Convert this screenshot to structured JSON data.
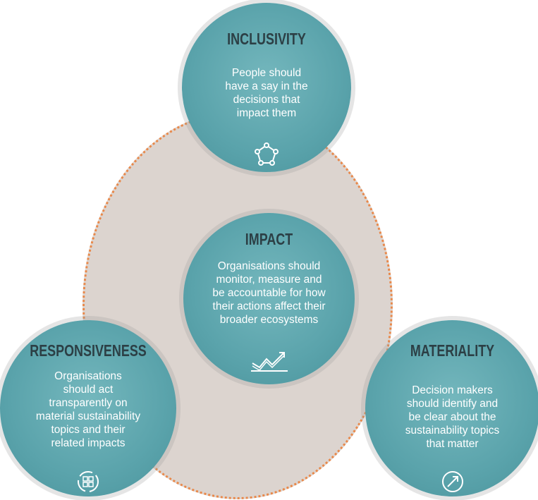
{
  "colors": {
    "circle_fill": "#5aa3ab",
    "title_text": "#2c3f45",
    "body_text": "#ffffff",
    "background_disc": "#dcd4cf",
    "dotted_border": "#e8884a"
  },
  "principles": {
    "inclusivity": {
      "title": "INCLUSIVITY",
      "text": "People should\nhave a say in the\ndecisions that\nimpact them",
      "icon": "network-pentagon-icon"
    },
    "impact": {
      "title": "IMPACT",
      "text": "Organisations should\nmonitor, measure and\nbe accountable for how\ntheir actions affect their\nbroader ecosystems",
      "icon": "trend-up-chart-icon"
    },
    "responsiveness": {
      "title": "RESPONSIVENESS",
      "text": "Organisations\nshould act\ntransparently on\nmaterial sustainability\ntopics and their\nrelated impacts",
      "icon": "recycle-grid-icon"
    },
    "materiality": {
      "title": "MATERIALITY",
      "text": "Decision makers\nshould identify and\nbe clear about the\nsustainability topics\nthat matter",
      "icon": "compass-arrow-icon"
    }
  }
}
